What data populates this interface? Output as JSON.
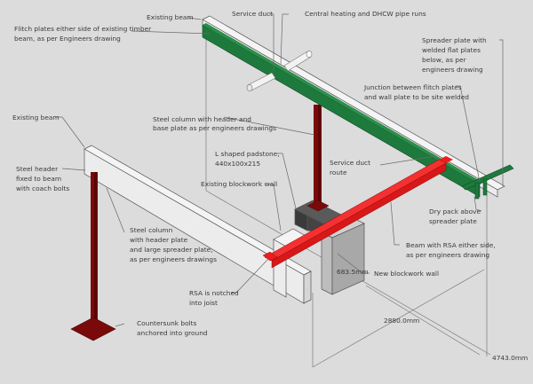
{
  "colors": {
    "background": "#dcdcdc",
    "flitch_plate": "#1e7a3c",
    "flitch_plate_dark": "#14572a",
    "rsa_beam": "#ee1c1c",
    "rsa_beam_dark": "#b00e0e",
    "steel_column": "#7a0a0a",
    "steel_column_dark": "#560505",
    "padstone": "#3c3c3c",
    "padstone_light": "#555555",
    "new_blockwork": "#bdbdbd",
    "new_blockwork_dark": "#9c9c9c",
    "timber": "#ececec",
    "pipe": "#f2f2f2"
  },
  "annotations": {
    "existing_beam_top": "Existing beam",
    "flitch_plates": [
      "Flitch plates either side of existing timber",
      "beam, as per Engineers drawing"
    ],
    "service_duct": "Service duct",
    "central_heating": "Central heating and DHCW pipe runs",
    "spreader_plate": [
      "Spreader plate with",
      "welded flat plates",
      "below, as per",
      "engineers drawing"
    ],
    "junction": [
      "Junction between flitch plates",
      "and wall plate to be site welded"
    ],
    "existing_beam_left": "Existing beam",
    "steel_column_header_base": [
      "Steel column with header and",
      "base plate as per engineers drawings"
    ],
    "steel_header": [
      "Steel header",
      "fixed to beam",
      "with coach bolts"
    ],
    "l_padstone": [
      "L shaped padstone,",
      "440x100x215"
    ],
    "service_duct_route": [
      "Service duct",
      "route"
    ],
    "existing_blockwork": "Existing blockwork wall",
    "dry_pack": [
      "Dry pack above",
      "spreader plate"
    ],
    "steel_column_spreader": [
      "Steel column",
      "with header plate",
      "and large spreader plate,",
      "as per engineers drawings"
    ],
    "beam_rsa": [
      "Beam with RSA either side,",
      "as per engineers drawing"
    ],
    "new_blockwork": "New blockwork wall",
    "rsa_notched": [
      "RSA is notched",
      "into joist"
    ],
    "countersunk": [
      "Countersunk bolts",
      "anchored into ground"
    ]
  },
  "dimensions": {
    "wall_width": "683.5mm",
    "span_short": "2880.0mm",
    "span_long": "4743.0mm"
  }
}
